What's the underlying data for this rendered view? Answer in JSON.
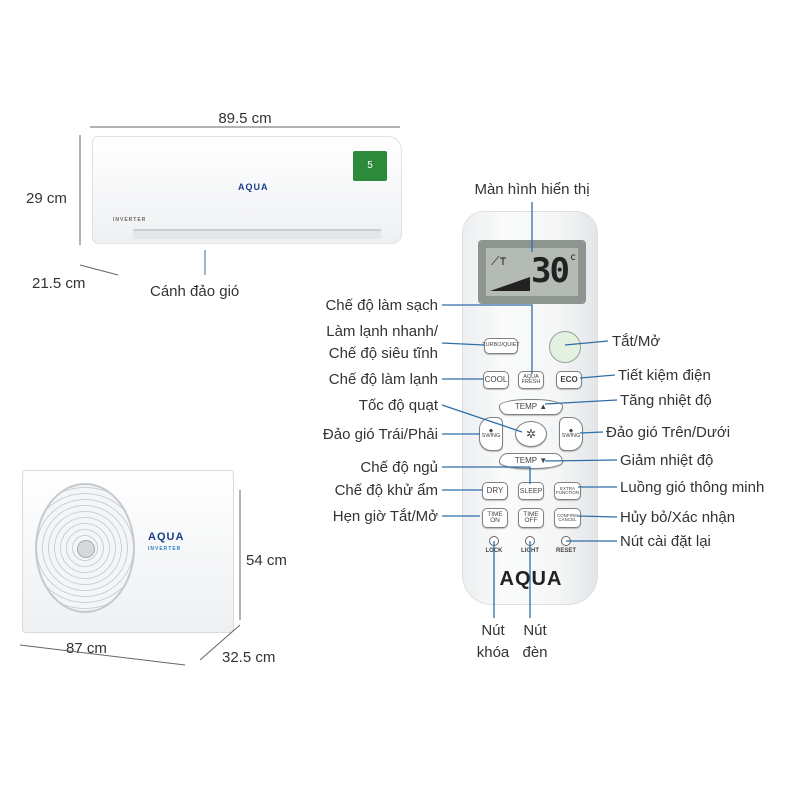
{
  "indoor_unit": {
    "brand": "AQUA",
    "sub_brand": "INVERTER",
    "energy_rating": "5",
    "width_label": "89.5 cm",
    "height_label": "29 cm",
    "depth_label": "21.5 cm",
    "louver_label": "Cánh đảo gió"
  },
  "outdoor_unit": {
    "brand": "AQUA",
    "sub_brand": "INVERTER",
    "height_label": "54 cm",
    "width_label": "87 cm",
    "depth_label": "32.5 cm"
  },
  "remote": {
    "display_label": "Màn hình hiển thị",
    "display_temp": "30",
    "display_unit": "c",
    "brand": "AQUA",
    "buttons": {
      "turbo_quiet": "TURBO/QUIET",
      "cool": "COOL",
      "aqua_fresh": "AQUA FRESH",
      "eco": "ECO",
      "temp_up": "TEMP ▲",
      "swing_lr": "◆ SWING",
      "swing_ud": "◆ SWING",
      "fan": "✲",
      "temp_down": "TEMP ▼",
      "dry": "DRY",
      "sleep": "SLEEP",
      "extra": "EXTRA FUNCTION",
      "time_on": "TIME ON",
      "time_off": "TIME OFF",
      "confirm": "CONFIRM CANCEL",
      "lock": "LOCK",
      "light": "LIGHT",
      "reset": "RESET"
    },
    "left_labels": [
      "Chế độ làm sạch",
      "Làm lạnh nhanh/",
      "Chế độ siêu tĩnh",
      "Chế độ làm lạnh",
      "Tốc độ quạt",
      "Đảo gió Trái/Phải",
      "Chế độ ngủ",
      "Chế độ khử ẩm",
      "Hẹn giờ Tắt/Mở"
    ],
    "right_labels": [
      "Tắt/Mở",
      "Tiết kiệm điện",
      "Tăng nhiệt độ",
      "Đảo gió Trên/Dưới",
      "Giảm nhiệt độ",
      "Luồng gió thông minh",
      "Hủy bỏ/Xác nhận",
      "Nút cài đặt lại"
    ],
    "bottom_labels": {
      "lock_1": "Nút",
      "lock_2": "khóa",
      "light_1": "Nút",
      "light_2": "đèn"
    }
  },
  "colors": {
    "line": "#2e6ea6",
    "dimension": "#555555"
  }
}
